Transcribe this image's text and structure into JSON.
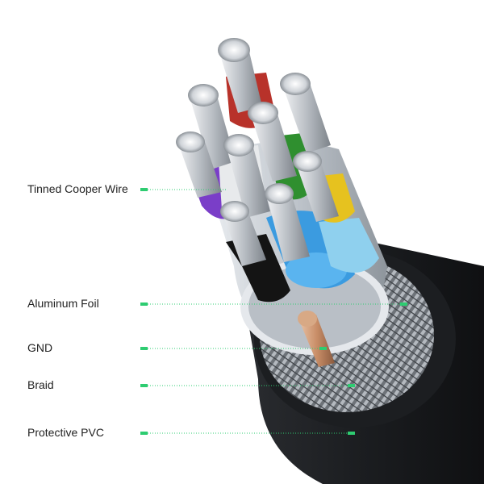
{
  "labels": [
    {
      "id": "tinned-cooper-wire",
      "text": "Tinned Cooper Wire"
    },
    {
      "id": "aluminum-foil",
      "text": "Aluminum Foil"
    },
    {
      "id": "gnd",
      "text": "GND"
    },
    {
      "id": "braid",
      "text": "Braid"
    },
    {
      "id": "protective-pvc",
      "text": "Protective PVC"
    }
  ],
  "colors": {
    "leader": "#2ecc71",
    "jacket": "#1f2124",
    "foil": "#cfd4d9",
    "copper_tin": "#c9ccd1",
    "wire_red": "#c0392b",
    "wire_green": "#2e8b2e",
    "wire_purple": "#7d3cc8",
    "wire_yellow": "#e8c020",
    "wire_blue": "#4aa8e0",
    "wire_black": "#111111"
  }
}
